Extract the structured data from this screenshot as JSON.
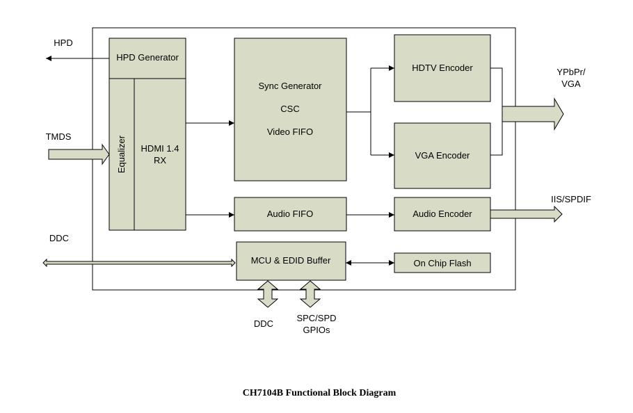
{
  "title": "CH7104B Functional Block Diagram",
  "blocks": {
    "hpd_generator": "HPD Generator",
    "equalizer": "Equalizer",
    "hdmi_rx_line1": "HDMI 1.4",
    "hdmi_rx_line2": "RX",
    "sync_generator": "Sync Generator",
    "csc": "CSC",
    "video_fifo": "Video FIFO",
    "hdtv_encoder": "HDTV Encoder",
    "vga_encoder": "VGA Encoder",
    "audio_fifo": "Audio FIFO",
    "audio_encoder": "Audio Encoder",
    "mcu_edid_buffer": "MCU & EDID Buffer",
    "on_chip_flash": "On Chip Flash"
  },
  "signals": {
    "hpd": "HPD",
    "tmds": "TMDS",
    "ddc_left": "DDC",
    "ypbpr_vga_line1": "YPbPr/",
    "ypbpr_vga_line2": "VGA",
    "iis_spdif": "IIS/SPDIF",
    "ddc_bottom": "DDC",
    "spc_spd_line1": "SPC/SPD",
    "spc_spd_line2": "GPIOs"
  },
  "colors": {
    "block_fill": "#d8dcc6",
    "stroke": "#000000"
  }
}
